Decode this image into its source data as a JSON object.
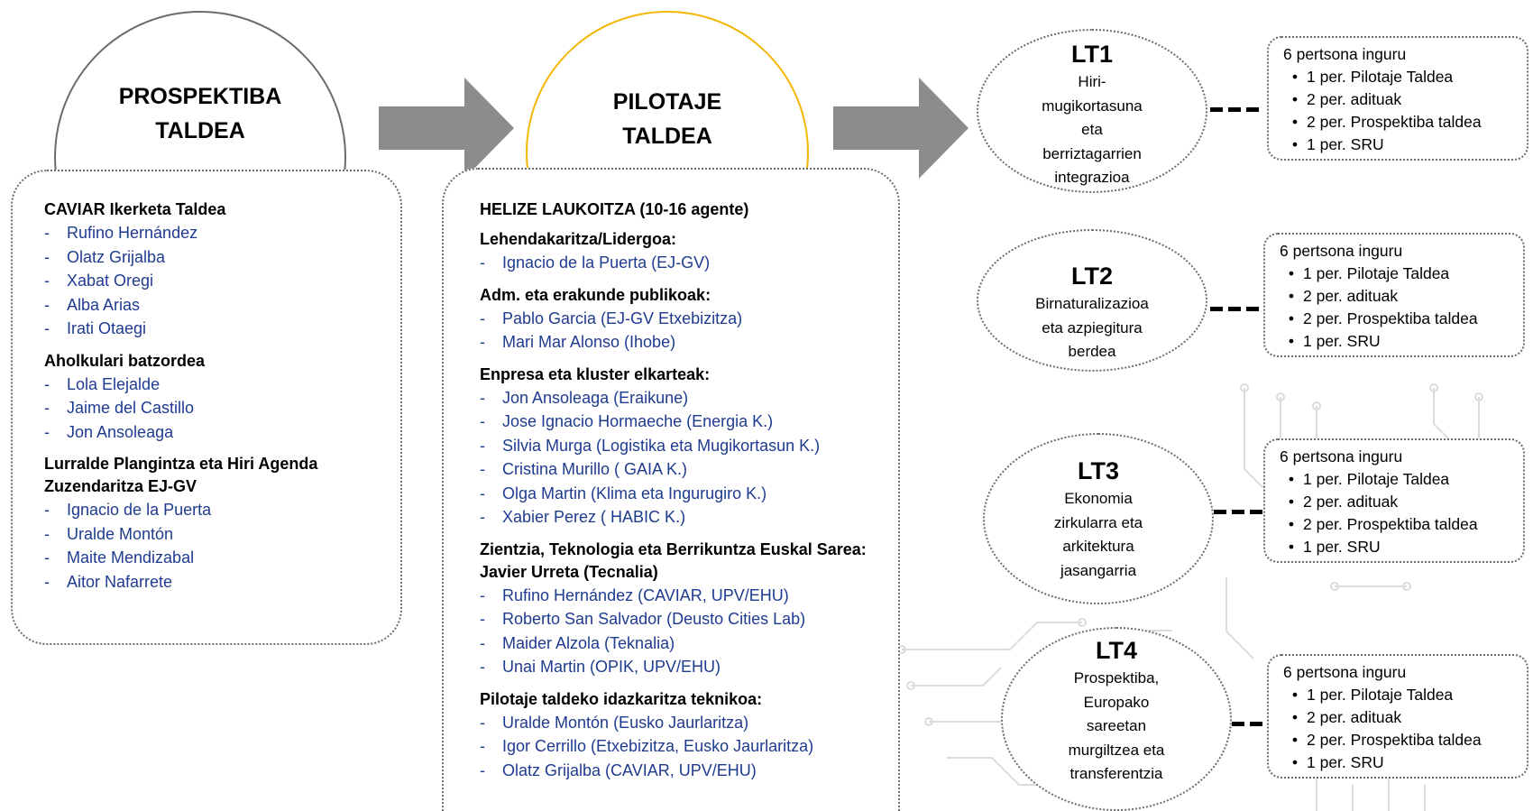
{
  "prospektiba": {
    "title_line1": "PROSPEKTIBA",
    "title_line2": "TALDEA",
    "groups": [
      {
        "heading": "CAVIAR Ikerketa Taldea",
        "items": [
          "Rufino Hernández",
          "Olatz Grijalba",
          "Xabat Oregi",
          "Alba Arias",
          "Irati Otaegi"
        ]
      },
      {
        "heading": "Aholkulari batzordea",
        "items": [
          "Lola Elejalde",
          "Jaime del Castillo",
          "Jon Ansoleaga"
        ]
      },
      {
        "heading": "Lurralde Plangintza eta Hiri Agenda Zuzendaritza EJ-GV",
        "items": [
          "Ignacio de la Puerta",
          "Uralde Montón",
          "Maite Mendizabal",
          "Aitor Nafarrete"
        ]
      }
    ]
  },
  "pilotaje": {
    "title_line1": "PILOTAJE",
    "title_line2": "TALDEA",
    "header": "HELIZE LAUKOITZA (10-16 agente)",
    "groups": [
      {
        "heading": "Lehendakaritza/Lidergoa:",
        "items": [
          "Ignacio de la Puerta (EJ-GV)"
        ]
      },
      {
        "heading": "Adm. eta erakunde publikoak:",
        "items": [
          "Pablo Garcia (EJ-GV Etxebizitza)",
          "Mari Mar Alonso (Ihobe)"
        ]
      },
      {
        "heading": "Enpresa eta kluster elkarteak:",
        "items": [
          "Jon Ansoleaga (Eraikune)",
          "Jose Ignacio Hormaeche (Energia K.)",
          "Silvia Murga (Logistika eta Mugikortasun K.)",
          "Cristina Murillo ( GAIA K.)",
          "Olga Martin (Klima eta Ingurugiro K.)",
          "Xabier Perez ( HABIC K.)"
        ]
      },
      {
        "heading": "Zientzia, Teknologia eta Berrikuntza Euskal Sarea: Javier Urreta (Tecnalia)",
        "items": [
          "Rufino Hernández (CAVIAR, UPV/EHU)",
          "Roberto San Salvador (Deusto Cities Lab)",
          "Maider Alzola (Teknalia)",
          "Unai Martin (OPIK, UPV/EHU)"
        ]
      },
      {
        "heading": "Pilotaje taldeko idazkaritza teknikoa:",
        "items": [
          "Uralde Montón (Eusko Jaurlaritza)",
          "Igor Cerrillo (Etxebizitza, Eusko Jaurlaritza)",
          "Olatz Grijalba (CAVIAR, UPV/EHU)"
        ]
      }
    ]
  },
  "lts": [
    {
      "code": "LT1",
      "desc": [
        "Hiri-",
        "mugikortasuna",
        "eta",
        "berriztagarrien",
        "integrazioa"
      ]
    },
    {
      "code": "LT2",
      "desc": [
        "Birnaturalizazioa",
        "eta azpiegitura",
        "berdea"
      ]
    },
    {
      "code": "LT3",
      "desc": [
        "Ekonomia",
        "zirkularra eta",
        "arkitektura",
        "jasangarria"
      ]
    },
    {
      "code": "LT4",
      "desc": [
        "Prospektiba,",
        "Europako",
        "sareetan",
        "murgiltzea eta",
        "transferentzia"
      ]
    }
  ],
  "info_box": {
    "head": "6 pertsona inguru",
    "bullet": "•",
    "items": [
      "1 per. Pilotaje Taldea",
      "2 per. adituak",
      "2 per. Prospektiba taldea",
      "1 per. SRU"
    ]
  },
  "dash": "-",
  "colors": {
    "prospektiba_circle": "#6b6b6b",
    "pilotaje_circle": "#f2b705",
    "arrow": "#8c8c8c",
    "names": "#1f3b8f"
  }
}
